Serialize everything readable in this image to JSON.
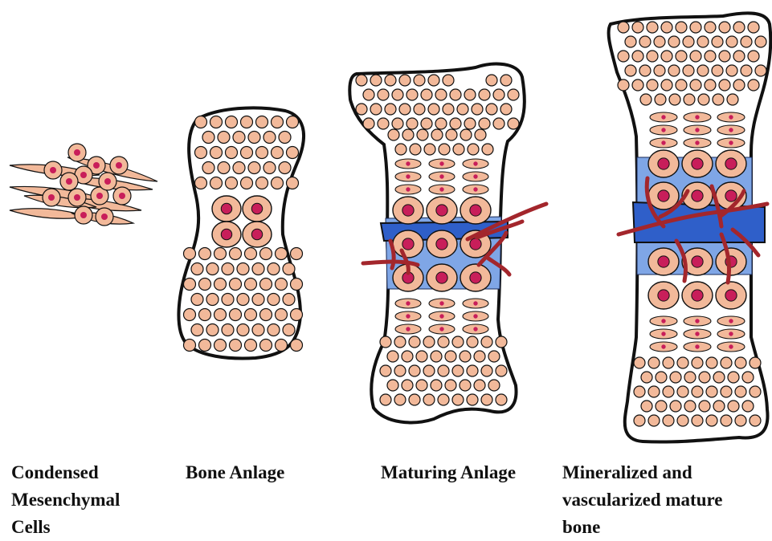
{
  "colors": {
    "background": "#ffffff",
    "outline": "#111111",
    "cell_fill": "#f2b99a",
    "nucleus": "#c81e5a",
    "mineral_light": "#7fa6e6",
    "mineral_dark": "#2f5fc9",
    "vessel": "#a3262c"
  },
  "stages": [
    {
      "caption_lines": [
        "Condensed",
        "Mesenchymal",
        "Cells"
      ]
    },
    {
      "caption_lines": [
        "Bone Anlage"
      ]
    },
    {
      "caption_lines": [
        "Maturing Anlage"
      ]
    },
    {
      "caption_lines": [
        "Mineralized and",
        "vascularized mature",
        "bone"
      ]
    }
  ]
}
